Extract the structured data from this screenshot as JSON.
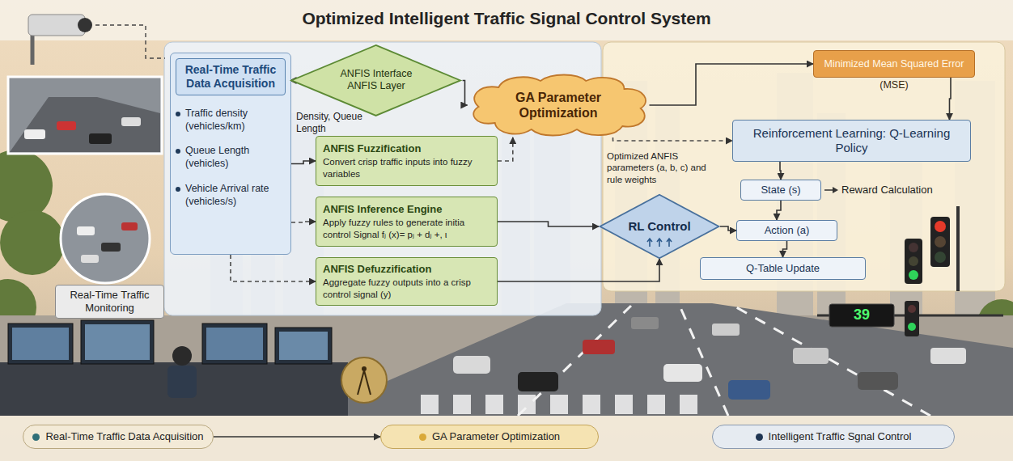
{
  "diagram": {
    "title": "Optimized Intelligent Traffic Signal Control System",
    "nodes": [
      {
        "text": [
          "Real-Time Traffic Data Acquisition",
          "Traffic density (vehicles/km)",
          "Queue Length (vehicles)",
          "Vehicle Arrival rate (vehicles/s)"
        ]
      },
      {
        "text": [
          "ANFIS Interface ANFIS Layer"
        ]
      },
      {
        "text": [
          "ANFIS Fuzzification",
          "Convert crisp traffic inputs into fuzzy variables"
        ]
      },
      {
        "text": [
          "ANFIS Inference Engine",
          "Apply fuzzy rules to generate initia control Signal fⱼ (x)= pⱼ + dⱼ +, ι"
        ]
      },
      {
        "text": [
          "ANFIS Defuzzification",
          "Aggregate fuzzy outputs into a crisp control signal (y)"
        ]
      },
      {
        "text": [
          "GA Parameter Optimization"
        ]
      },
      {
        "text": [
          "Minimized Mean Squared Error",
          "(MSE)"
        ]
      },
      {
        "text": [
          "Reinforcement Learning: Q-Learning Policy"
        ]
      },
      {
        "text": [
          "State (s)"
        ]
      },
      {
        "text": [
          "RL Control"
        ]
      },
      {
        "text": [
          "Action (a)"
        ]
      },
      {
        "text": [
          "Q-Table Update"
        ]
      },
      {
        "text": [
          "Real-Time Traffic Monitoring"
        ]
      },
      {
        "text": [
          "Real-Time Traffic Data Acquisition"
        ]
      },
      {
        "text": [
          "GA Parameter Optimization"
        ]
      },
      {
        "text": [
          "Intelligent Traffic Sgnal Control"
        ]
      }
    ],
    "edges": [
      {
        "from": 0,
        "to": 1,
        "arrow": "to"
      },
      {
        "from": 0,
        "to": 2,
        "arrow": "to"
      },
      {
        "from": 0,
        "to": 3,
        "arrow": "to"
      },
      {
        "from": 0,
        "to": 4,
        "arrow": "to"
      },
      {
        "from": 1,
        "to": 5,
        "arrow": "to"
      },
      {
        "from": 2,
        "to": 5,
        "arrow": "to"
      },
      {
        "from": 5,
        "to": 6,
        "arrow": "to"
      },
      {
        "from": 6,
        "to": 7,
        "arrow": "to"
      },
      {
        "from": 5,
        "to": 7,
        "arrow": "to"
      },
      {
        "from": 7,
        "to": 8,
        "arrow": "to"
      },
      {
        "from": 3,
        "to": 9,
        "arrow": "to"
      },
      {
        "from": 4,
        "to": 9,
        "arrow": "to"
      },
      {
        "from": 9,
        "to": 10,
        "arrow": "to"
      },
      {
        "from": 8,
        "to": 10,
        "arrow": "to"
      },
      {
        "from": 10,
        "to": 11,
        "arrow": "to"
      },
      {
        "from": 13,
        "to": 14,
        "arrow": "to"
      }
    ],
    "labels": [
      "Density, Queue Length",
      "Optimized ANFIS parameters (a, b, c) and rule weights",
      "Reward Calculation",
      "39"
    ]
  }
}
